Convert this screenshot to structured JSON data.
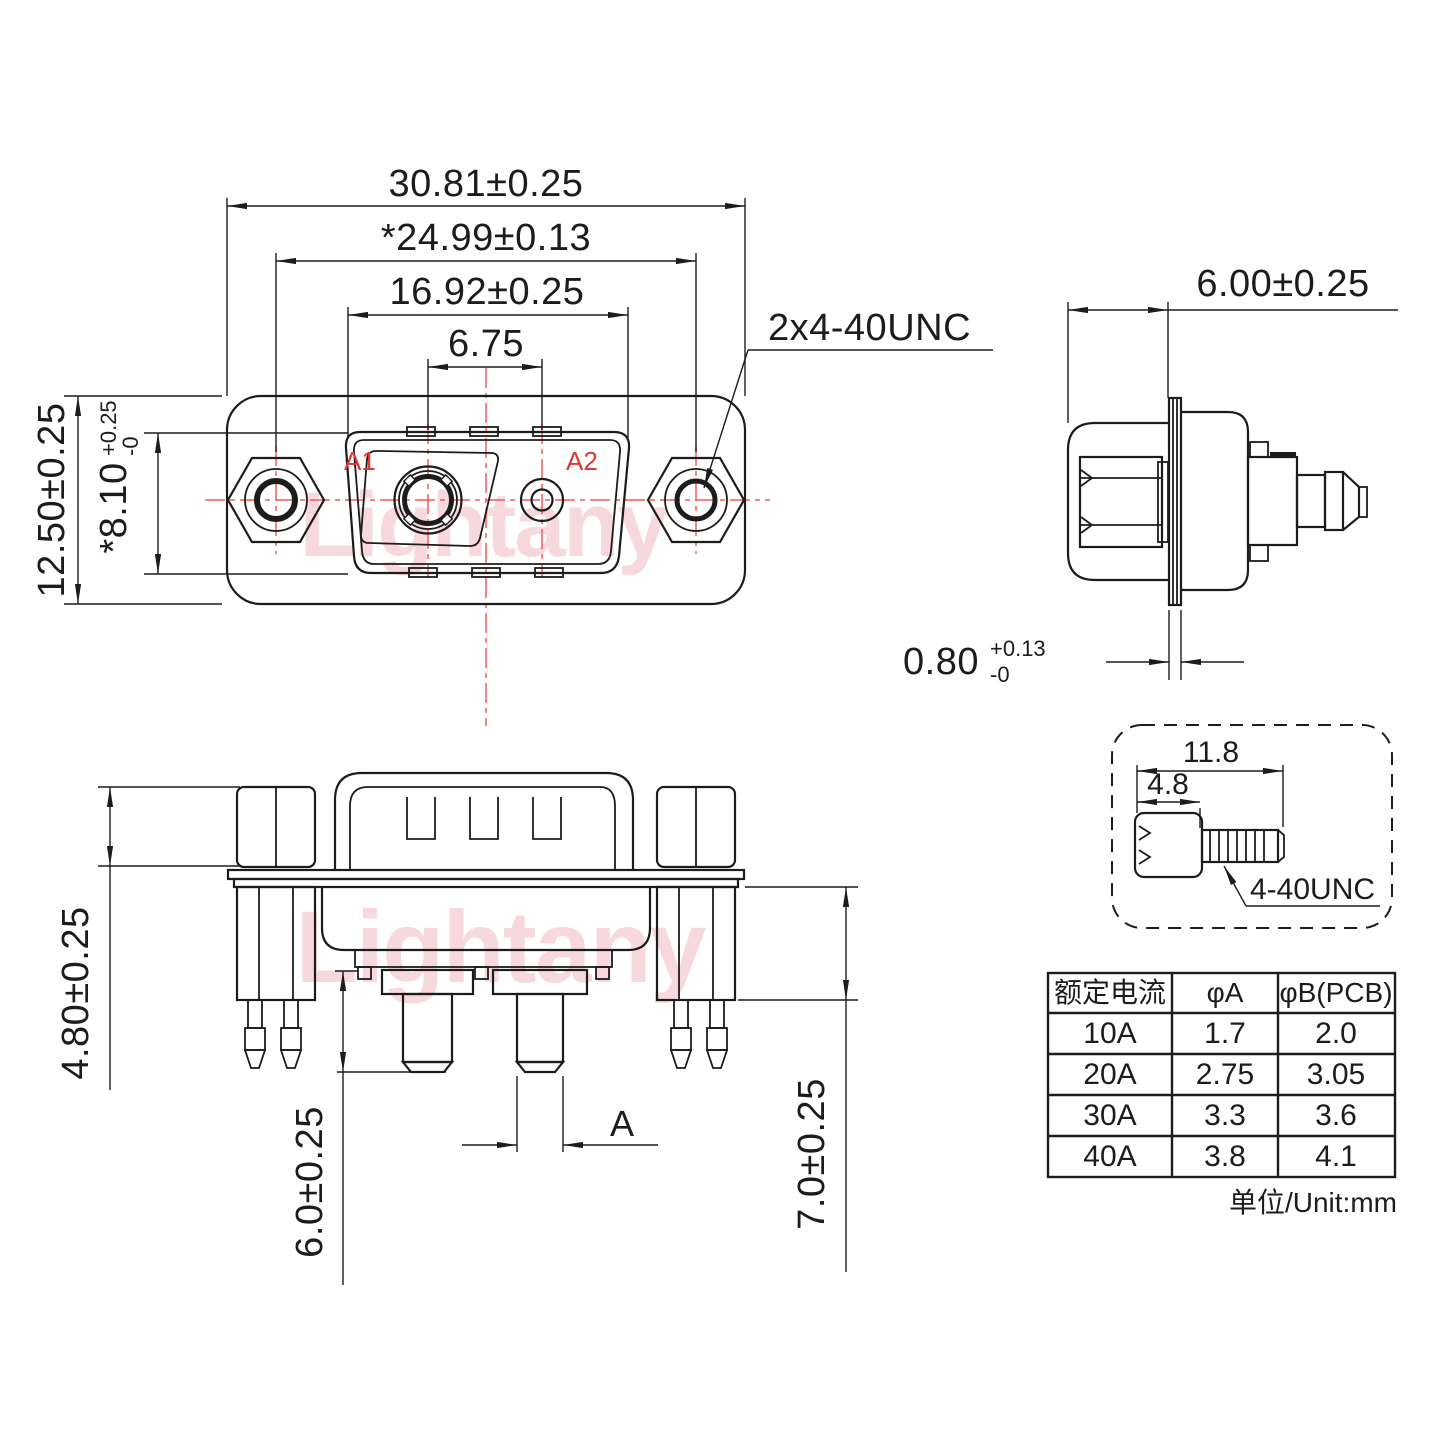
{
  "watermark": {
    "text": "Lightany"
  },
  "front_view": {
    "dims": {
      "outer_width": "30.81±0.25",
      "screw_span": "*24.99±0.13",
      "shell_width": "16.92±0.25",
      "contact_pitch": "6.75",
      "outer_height": "12.50±0.25",
      "shell_height": "*8.10",
      "shell_height_tol_plus": "+0.25",
      "shell_height_tol_minus": "-0"
    },
    "screw_callout": "2x4-40UNC",
    "labels": {
      "a1": "A1",
      "a2": "A2"
    }
  },
  "side_view": {
    "dims": {
      "standoff_depth": "6.00±0.25",
      "flange_thickness": "0.80",
      "flange_tol_plus": "+0.13",
      "flange_tol_minus": "-0"
    }
  },
  "rear_view": {
    "dims": {
      "standoff_height": "4.80±0.25",
      "pin_length": "6.0±0.25",
      "screw_body_depth": "7.0±0.25",
      "pin_dia_ref": "A"
    }
  },
  "screw_detail": {
    "dims": {
      "total_length": "11.8",
      "head_length": "4.8"
    },
    "thread_label": "4-40UNC"
  },
  "spec_table": {
    "headers": [
      "额定电流",
      "φA",
      "φB(PCB)"
    ],
    "rows": [
      [
        "10A",
        "1.7",
        "2.0"
      ],
      [
        "20A",
        "2.75",
        "3.05"
      ],
      [
        "30A",
        "3.3",
        "3.6"
      ],
      [
        "40A",
        "3.8",
        "4.1"
      ]
    ],
    "unit_note": "单位/Unit:mm"
  }
}
